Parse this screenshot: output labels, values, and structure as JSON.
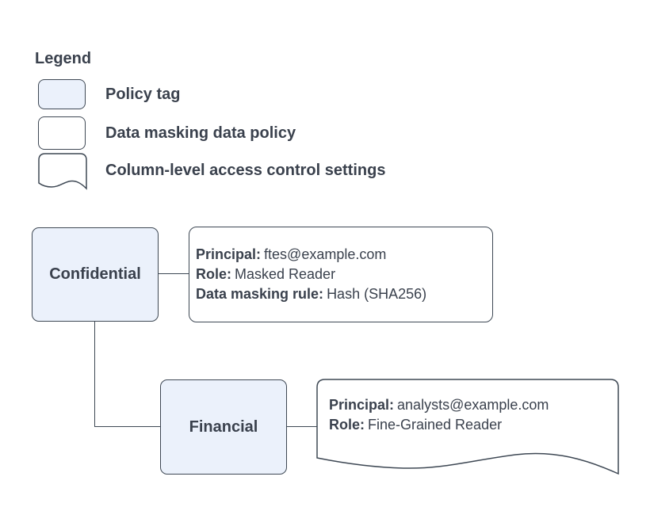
{
  "legend": {
    "title": "Legend",
    "items": [
      {
        "label": "Policy tag",
        "swatch": "policy-tag-swatch"
      },
      {
        "label": "Data masking data policy",
        "swatch": "data-masking-policy-swatch"
      },
      {
        "label": "Column-level access control settings",
        "swatch": "column-access-swatch"
      }
    ]
  },
  "diagram": {
    "nodes": [
      {
        "id": "confidential",
        "label": "Confidential",
        "type": "policy-tag"
      },
      {
        "id": "financial",
        "label": "Financial",
        "type": "policy-tag"
      }
    ],
    "policies": [
      {
        "id": "masking-policy",
        "type": "data-masking-data-policy",
        "attached_to": "confidential",
        "fields": [
          {
            "label": "Principal:",
            "value": "ftes@example.com"
          },
          {
            "label": "Role:",
            "value": "Masked Reader"
          },
          {
            "label": "Data masking rule:",
            "value": "Hash (SHA256)"
          }
        ]
      },
      {
        "id": "column-access-settings",
        "type": "column-level-access-control-settings",
        "attached_to": "financial",
        "fields": [
          {
            "label": "Principal:",
            "value": "analysts@example.com"
          },
          {
            "label": "Role:",
            "value": "Fine-Grained Reader"
          }
        ]
      }
    ]
  },
  "colors": {
    "policy_tag_fill": "#EBF1FB",
    "stroke": "#3E4854",
    "text": "#3A414D",
    "background": "#FFFFFF"
  }
}
